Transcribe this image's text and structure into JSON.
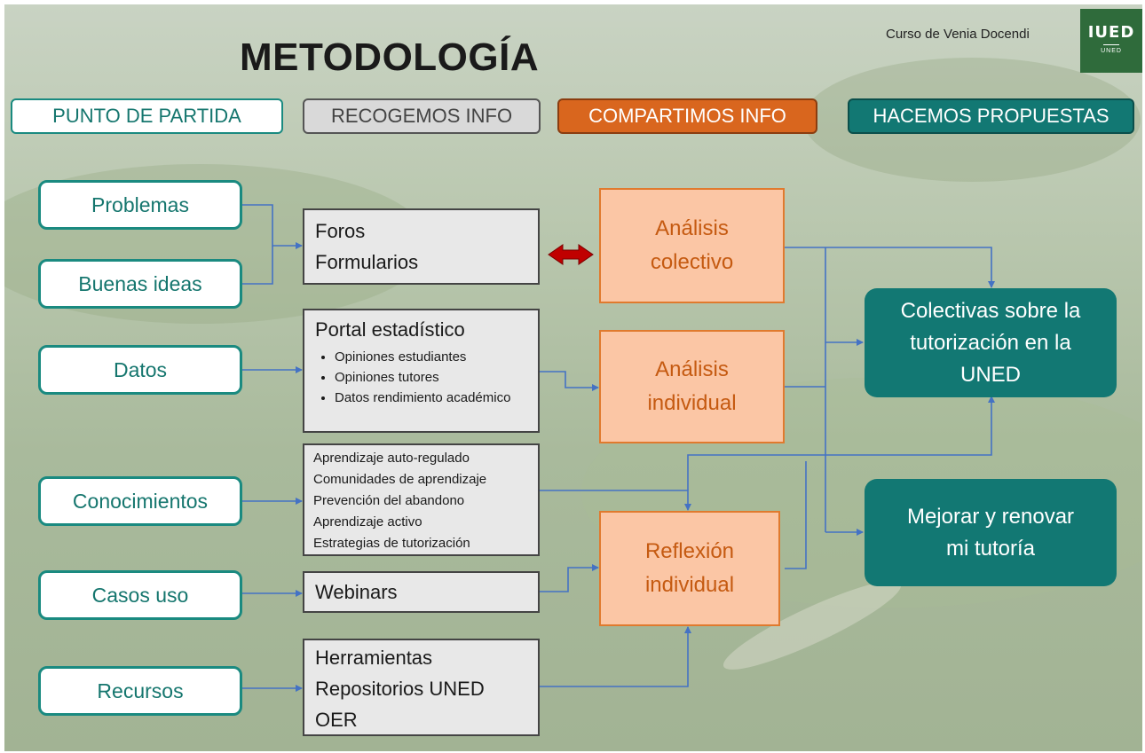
{
  "title": "METODOLOGÍA",
  "course": "Curso de Venia Docendi",
  "logo": {
    "text": "IUED",
    "subtext": "UNED"
  },
  "headers": {
    "punto_partida": "PUNTO DE PARTIDA",
    "recogemos": "RECOGEMOS INFO",
    "compartimos": "COMPARTIMOS INFO",
    "propuestas": "HACEMOS PROPUESTAS"
  },
  "sources": {
    "problemas": "Problemas",
    "buenas_ideas": "Buenas ideas",
    "datos": "Datos",
    "conocimientos": "Conocimientos",
    "casos_uso": "Casos uso",
    "recursos": "Recursos"
  },
  "info": {
    "foros": [
      "Foros",
      "Formularios"
    ],
    "portal": {
      "title": "Portal estadístico",
      "items": [
        "Opiniones estudiantes",
        "Opiniones tutores",
        "Datos rendimiento académico"
      ]
    },
    "conocimientos_list": [
      "Aprendizaje auto-regulado",
      "Comunidades de aprendizaje",
      "Prevención del abandono",
      "Aprendizaje activo",
      "Estrategias de tutorización"
    ],
    "webinars": "Webinars",
    "herramientas": [
      "Herramientas",
      "Repositorios UNED",
      "OER"
    ]
  },
  "analysis": {
    "colectivo": [
      "Análisis",
      "colectivo"
    ],
    "individual": [
      "Análisis",
      "individual"
    ],
    "reflexion": [
      "Reflexión",
      "individual"
    ]
  },
  "proposals": {
    "colectivas": [
      "Colectivas sobre la",
      "tutorización en la",
      "UNED"
    ],
    "mejorar": [
      "Mejorar y renovar",
      "mi tutoría"
    ]
  },
  "colors": {
    "teal": "#127873",
    "orange_header": "#d9661e",
    "orange_box": "#fbc6a5",
    "arrow_blue": "#4472c4",
    "double_arrow": "#c00000"
  }
}
